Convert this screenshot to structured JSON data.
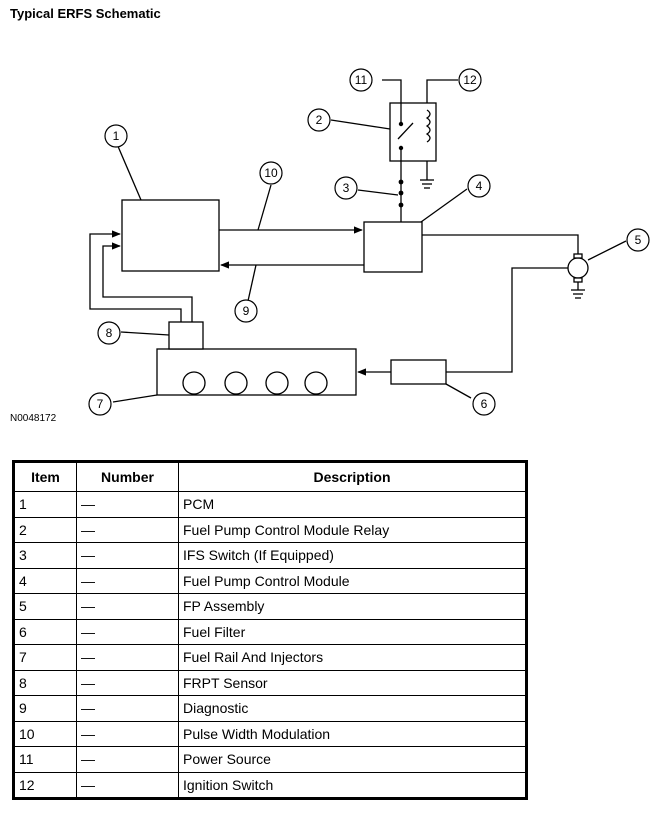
{
  "title": "Typical ERFS Schematic",
  "figure_code": "N0048172",
  "callouts": [
    "1",
    "2",
    "3",
    "4",
    "5",
    "6",
    "7",
    "8",
    "9",
    "10",
    "11",
    "12"
  ],
  "table": {
    "headers": [
      "Item",
      "Number",
      "Description"
    ],
    "rows": [
      [
        "1",
        "—",
        "PCM"
      ],
      [
        "2",
        "—",
        "Fuel Pump Control Module Relay"
      ],
      [
        "3",
        "—",
        "IFS Switch (If Equipped)"
      ],
      [
        "4",
        "—",
        "Fuel Pump Control Module"
      ],
      [
        "5",
        "—",
        "FP Assembly"
      ],
      [
        "6",
        "—",
        "Fuel Filter"
      ],
      [
        "7",
        "—",
        "Fuel Rail And Injectors"
      ],
      [
        "8",
        "—",
        "FRPT Sensor"
      ],
      [
        "9",
        "—",
        "Diagnostic"
      ],
      [
        "10",
        "—",
        "Pulse Width Modulation"
      ],
      [
        "11",
        "—",
        "Power Source"
      ],
      [
        "12",
        "—",
        "Ignition Switch"
      ]
    ]
  }
}
